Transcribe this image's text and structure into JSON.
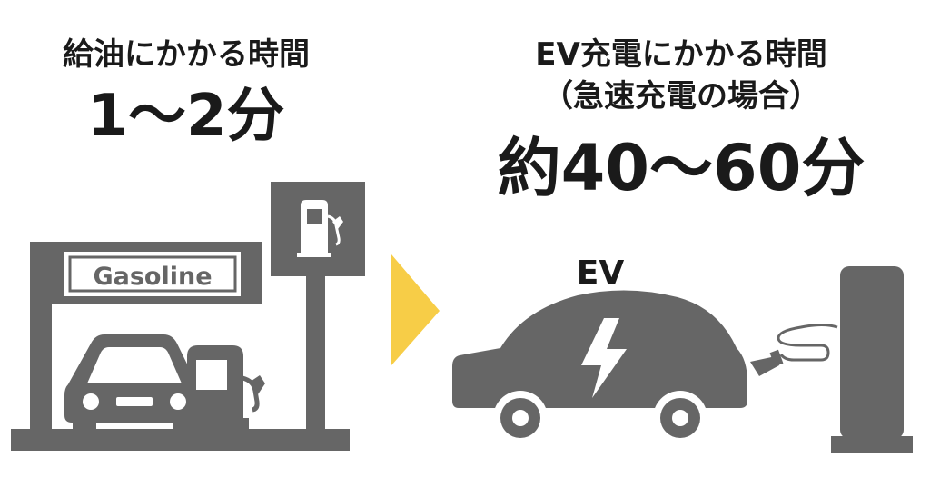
{
  "left": {
    "title": "給油にかかる時間",
    "time": "1〜2分",
    "sign_label": "Gasoline"
  },
  "right": {
    "title": "EV充電にかかる時間",
    "subtitle": "（急速充電の場合）",
    "time": "約40〜60分",
    "car_label": "EV"
  },
  "colors": {
    "icon_gray": "#666666",
    "text_dark": "#1a1a1a",
    "arrow_yellow": "#F7CD47",
    "background": "#ffffff"
  }
}
